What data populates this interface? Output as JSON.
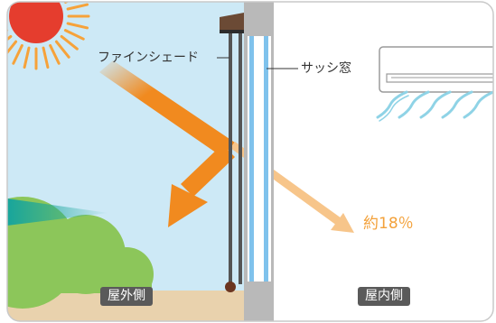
{
  "labels": {
    "shade": "ファインシェード",
    "sash": "サッシ窓",
    "percent": "約18％",
    "outdoor": "屋外側",
    "indoor": "屋内側"
  },
  "colors": {
    "sky": "#cde9f6",
    "sun": "#e53d2e",
    "sun_rays": "#f6a23a",
    "heat_arrow": "#f18a1f",
    "transmitted_arrow": "#f7c58a",
    "bush": "#8cc65a",
    "ground": "#e9d2ad",
    "glass": "#7fc2ec",
    "frame": "#b9b9b9",
    "shade_bar": "#555555",
    "roller_box": "#6b4a35",
    "ac_wind": "#8fd3e6",
    "border": "#c9c9c9"
  },
  "icons": [
    "sun-icon",
    "air-conditioner-icon",
    "cool-air-icon",
    "bush-icon"
  ]
}
